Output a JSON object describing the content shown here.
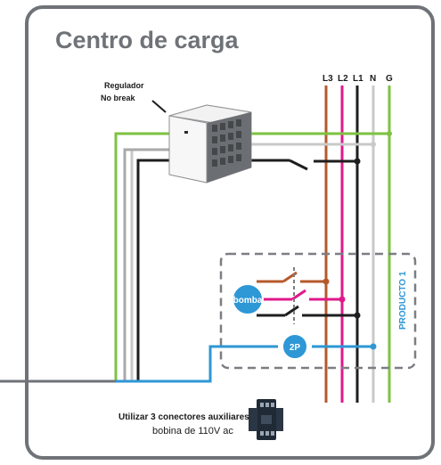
{
  "title": "Centro de carga",
  "regulator": {
    "line1": "Regulador",
    "line2": "No break"
  },
  "buses": [
    "L3",
    "L2",
    "L1",
    "N",
    "G"
  ],
  "pump_label": "bomba",
  "breaker_label": "2P",
  "product_label": "PRODUCTO 1",
  "note": {
    "line1": "Utilizar 3 conectores auxiliares",
    "line2": "bobina de 110V ac"
  },
  "colors": {
    "L3": "#b5592b",
    "L2": "#e0188b",
    "L1": "#1e1e1e",
    "N": "#c9c9c9",
    "G": "#7ec242",
    "blue": "#2e97d6",
    "frame": "#6f7378",
    "box": "#7b7e82"
  }
}
